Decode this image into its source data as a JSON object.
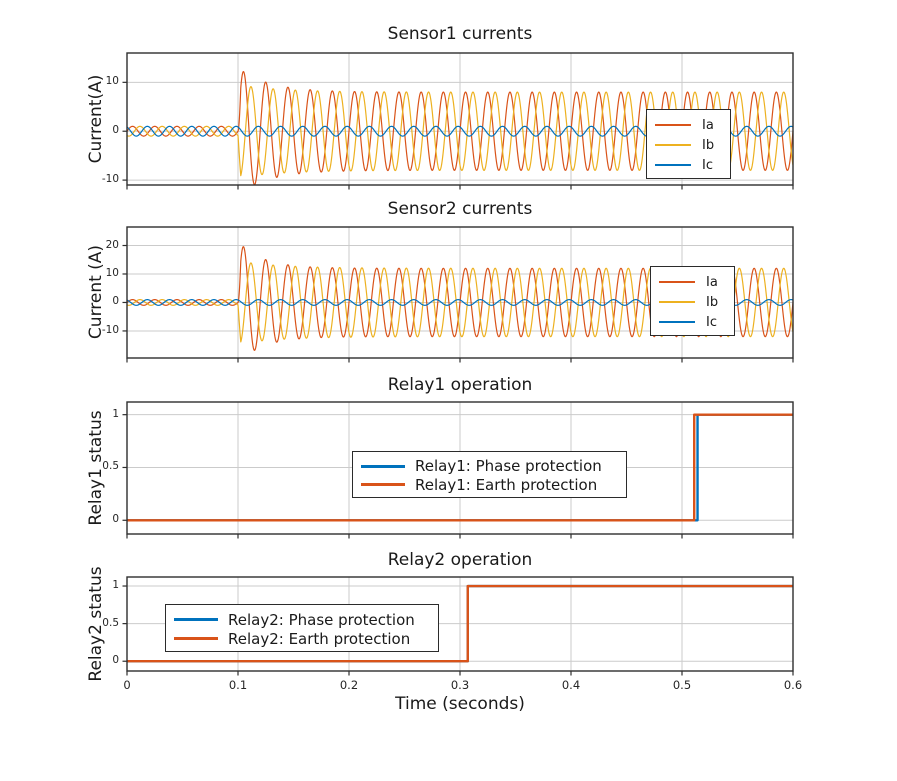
{
  "figure": {
    "background": "#ffffff"
  },
  "palette": {
    "ia_orange": "#D95319",
    "ib_yellow": "#EDB120",
    "ic_blue": "#0072BD",
    "phase_blue": "#0072BD",
    "earth_orange": "#D95319",
    "grid": "#cbcbcb",
    "spine": "#2e2e2e",
    "text": "#1a1a1a",
    "tick_text": "#262626"
  },
  "time_axis": {
    "lim": [
      0,
      0.6
    ],
    "ticks": [
      0,
      0.1,
      0.2,
      0.3,
      0.4,
      0.5,
      0.6
    ],
    "tick_labels": [
      "0",
      "0.1",
      "0.2",
      "0.3",
      "0.4",
      "0.5",
      "0.6"
    ]
  },
  "chart_data": [
    {
      "type": "line",
      "title": "Sensor1 currents",
      "ylabel": "Current(A)",
      "ylim": [
        -11,
        16
      ],
      "yticks": [
        -10,
        0,
        10
      ],
      "ytick_labels": [
        "-10",
        "0",
        "10"
      ],
      "frequency_hz": 50,
      "fault_time_s": 0.1,
      "grid": true,
      "legend_position": "right",
      "legend_entries": [
        "Ia",
        "Ib",
        "Ic"
      ],
      "series": [
        {
          "name": "Ia",
          "color": "#D95319",
          "phase_deg": 0,
          "pre_fault_amp_a": 1,
          "post_fault_amp_a": 8,
          "transient_extra_a": 5,
          "decay_tau_s": 0.028
        },
        {
          "name": "Ib",
          "color": "#EDB120",
          "phase_deg": -120,
          "pre_fault_amp_a": 1,
          "post_fault_amp_a": 8,
          "transient_extra_a": 1.5,
          "decay_tau_s": 0.04
        },
        {
          "name": "Ic",
          "color": "#0072BD",
          "phase_deg": 120,
          "pre_fault_amp_a": 1,
          "post_fault_amp_a": 1,
          "transient_extra_a": 0,
          "decay_tau_s": 0.04
        }
      ]
    },
    {
      "type": "line",
      "title": "Sensor2 currents",
      "ylabel": "Current (A)",
      "ylim": [
        -19.5,
        26.5
      ],
      "yticks": [
        -10,
        0,
        10,
        20
      ],
      "ytick_labels": [
        "-10",
        "0",
        "10",
        "20"
      ],
      "frequency_hz": 50,
      "fault_time_s": 0.1,
      "grid": true,
      "legend_position": "right",
      "legend_entries": [
        "Ia",
        "Ib",
        "Ic"
      ],
      "series": [
        {
          "name": "Ia",
          "color": "#D95319",
          "phase_deg": 0,
          "pre_fault_amp_a": 1,
          "post_fault_amp_a": 12,
          "transient_extra_a": 9.5,
          "decay_tau_s": 0.022
        },
        {
          "name": "Ib",
          "color": "#EDB120",
          "phase_deg": -120,
          "pre_fault_amp_a": 1,
          "post_fault_amp_a": 12,
          "transient_extra_a": 2.5,
          "decay_tau_s": 0.04
        },
        {
          "name": "Ic",
          "color": "#0072BD",
          "phase_deg": 120,
          "pre_fault_amp_a": 1,
          "post_fault_amp_a": 1,
          "transient_extra_a": 0,
          "decay_tau_s": 0.04
        }
      ]
    },
    {
      "type": "step",
      "title": "Relay1 operation",
      "ylabel": "Relay1 status",
      "ylim": [
        -0.13,
        1.12
      ],
      "yticks": [
        0,
        0.5,
        1
      ],
      "ytick_labels": [
        "0",
        "0.5",
        "1"
      ],
      "grid": true,
      "legend_position": "center",
      "legend_entries": [
        "Relay1: Phase protection",
        "Relay1: Earth protection"
      ],
      "series": [
        {
          "name": "Relay1: Phase protection",
          "color": "#0072BD",
          "step_time_s": 0.514,
          "initial": 0,
          "final": 1
        },
        {
          "name": "Relay1: Earth protection",
          "color": "#D95319",
          "step_time_s": 0.511,
          "initial": 0,
          "final": 1
        }
      ]
    },
    {
      "type": "step",
      "title": "Relay2 operation",
      "ylabel": "Relay2 status",
      "xlabel": "Time (seconds)",
      "ylim": [
        -0.13,
        1.12
      ],
      "yticks": [
        0,
        0.5,
        1
      ],
      "ytick_labels": [
        "0",
        "0.5",
        "1"
      ],
      "grid": true,
      "legend_position": "left",
      "legend_entries": [
        "Relay2: Phase protection",
        "Relay2: Earth protection"
      ],
      "series": [
        {
          "name": "Relay2: Phase protection",
          "color": "#0072BD",
          "step_time_s": 0.307,
          "initial": 0,
          "final": 1
        },
        {
          "name": "Relay2: Earth protection",
          "color": "#D95319",
          "step_time_s": 0.307,
          "initial": 0,
          "final": 1
        }
      ]
    }
  ]
}
